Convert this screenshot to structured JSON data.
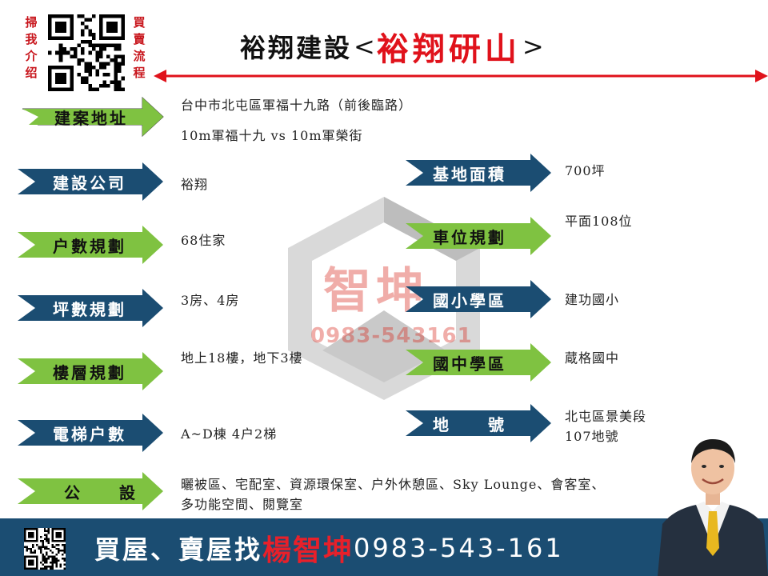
{
  "side": {
    "left_caption": [
      "掃",
      "我",
      "介",
      "绍"
    ],
    "right_caption": [
      "買",
      "賣",
      "流",
      "程"
    ]
  },
  "header": {
    "developer": "裕翔建設",
    "bracket_open": "<",
    "project": "裕翔研山",
    "bracket_close": ">"
  },
  "left_items": [
    {
      "label": "建案地址",
      "value_lines": [
        "台中市北屯區軍福十九路（前後臨路）",
        "10m軍福十九 vs 10m軍榮街"
      ]
    },
    {
      "label": "建設公司",
      "value_lines": [
        "裕翔"
      ]
    },
    {
      "label": "户數規劃",
      "value_lines": [
        "68住家"
      ]
    },
    {
      "label": "坪數規劃",
      "value_lines": [
        "3房、4房"
      ]
    },
    {
      "label": "樓層規劃",
      "value_lines": [
        "地上18樓，地下3樓"
      ]
    },
    {
      "label": "電梯户數",
      "value_lines": [
        "A~D棟 4户2梯"
      ]
    },
    {
      "label": "公　　設",
      "value_lines": [
        "曬被區、宅配室、資源環保室、户外休憩區、Sky Lounge、會客室、",
        "多功能空間、閱覽室"
      ]
    }
  ],
  "right_items": [
    {
      "label": "基地面積",
      "value_lines": [
        "700坪"
      ]
    },
    {
      "label": "車位規劃",
      "value_lines": [
        "平面108位"
      ]
    },
    {
      "label": "國小學區",
      "value_lines": [
        "建功國小"
      ]
    },
    {
      "label": "國中學區",
      "value_lines": [
        "蔵格國中"
      ]
    },
    {
      "label": "地　　號",
      "value_lines": [
        "北屯區景美段",
        "107地號"
      ]
    }
  ],
  "watermark": {
    "name": "智坤",
    "phone": "0983-543161"
  },
  "footer": {
    "buy_sell": "買屋、賣屋找",
    "agent_name": "楊智坤",
    "phone": "0983-543-161"
  },
  "colors": {
    "green": "#7fc241",
    "navy": "#1b4d72",
    "red": "#e0121b"
  }
}
